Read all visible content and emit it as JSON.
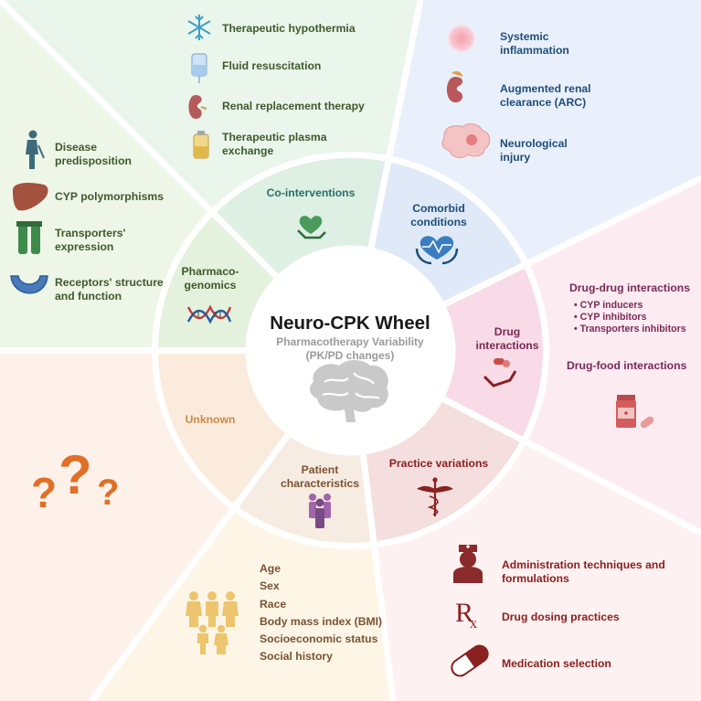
{
  "center": {
    "title": "Neuro-CPK Wheel",
    "subtitle_line1": "Pharmacotherapy Variability",
    "subtitle_line2": "(PK/PD changes)"
  },
  "segments": {
    "co_interventions": "Co-interventions",
    "comorbid_line1": "Comorbid",
    "comorbid_line2": "conditions",
    "drug_int_line1": "Drug",
    "drug_int_line2": "interactions",
    "practice": "Practice variations",
    "patient_line1": "Patient",
    "patient_line2": "characteristics",
    "unknown": "Unknown",
    "pharmaco_line1": "Pharmaco-",
    "pharmaco_line2": "genomics"
  },
  "outer": {
    "co_interventions": [
      {
        "line1": "Therapeutic hypothermia",
        "icon": "snowflake-icon"
      },
      {
        "line1": "Fluid resuscitation",
        "icon": "iv-bag-icon"
      },
      {
        "line1": "Renal replacement therapy",
        "icon": "kidney-icon"
      },
      {
        "line1": "Therapeutic plasma",
        "line2": "exchange",
        "icon": "plasma-bag-icon"
      }
    ],
    "comorbid": [
      {
        "line1": "Systemic",
        "line2": "inflammation",
        "icon": "inflammation-icon"
      },
      {
        "line1": "Augmented renal",
        "line2": "clearance (ARC)",
        "icon": "kidney-icon"
      },
      {
        "line1": "Neurological",
        "line2": "injury",
        "icon": "brain-icon"
      }
    ],
    "drug_interactions": {
      "ddi": "Drug-drug interactions",
      "bullets": [
        "CYP inducers",
        "CYP inhibitors",
        "Transporters inhibitors"
      ],
      "dfi": "Drug-food interactions"
    },
    "practice": [
      {
        "line1": "Administration techniques and",
        "line2": "formulations",
        "icon": "nurse-icon"
      },
      {
        "line1": "Drug dosing practices",
        "icon": "rx-icon"
      },
      {
        "line1": "Medication selection",
        "icon": "capsule-icon"
      }
    ],
    "patient": [
      "Age",
      "Sex",
      "Race",
      "Body mass index (BMI)",
      "Socioeconomic status",
      "Social history"
    ],
    "pharmaco": [
      {
        "line1": "Disease",
        "line2": "predisposition",
        "icon": "person-icon"
      },
      {
        "line1": "CYP polymorphisms",
        "icon": "liver-icon"
      },
      {
        "line1": "Transporters'",
        "line2": "expression",
        "icon": "transporter-icon"
      },
      {
        "line1": "Receptors' structure",
        "line2": "and function",
        "icon": "receptor-icon"
      }
    ]
  },
  "colors": {
    "green_text": "#3d5a2a",
    "blue_text": "#1d4e7a",
    "pink_text": "#7a2a55",
    "red_text": "#8a2020",
    "brown_text": "#7a5233",
    "orange_text": "#c98a4a",
    "teal_text": "#2a6e6a"
  }
}
